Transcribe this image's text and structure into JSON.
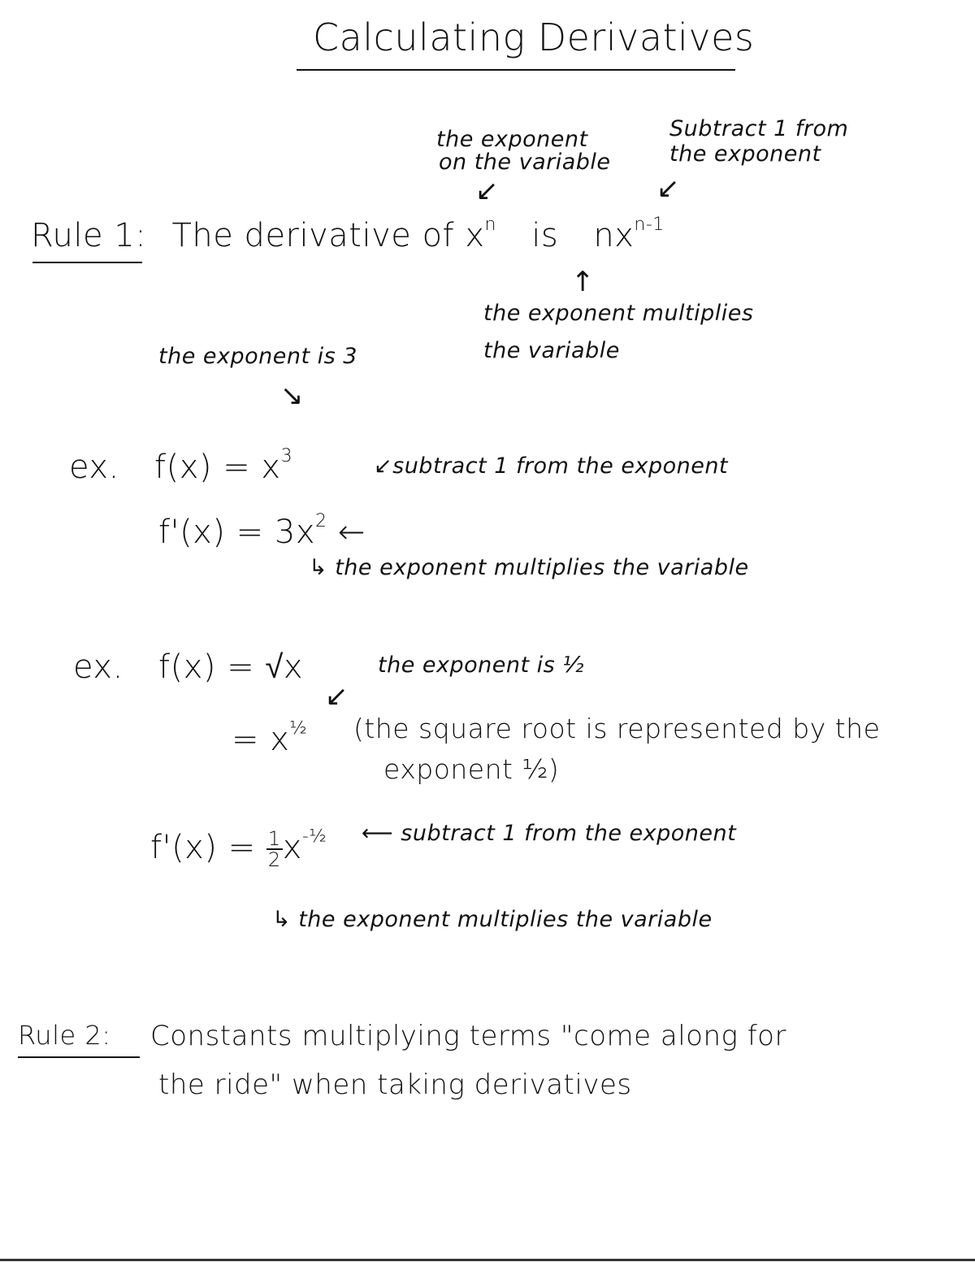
{
  "title": "Calculating Derivatives",
  "rule1": {
    "label": "Rule 1:",
    "text": "The derivative of",
    "base": "x",
    "exp": "n",
    "is": "is",
    "result_coef": "nx",
    "result_exp": "n-1",
    "note_exponent": [
      "the exponent",
      "on the variable"
    ],
    "note_subtract": [
      "Subtract 1 from",
      "the exponent"
    ],
    "note_multiplies": [
      "the exponent multiplies",
      "the variable"
    ]
  },
  "example1": {
    "prefix": "ex.",
    "note_top": "the exponent is 3",
    "f": "f(x) = x",
    "f_exp": "3",
    "fp": "f'(x) = 3x",
    "fp_exp": "2",
    "note_subtract": "subtract 1 from the exponent",
    "note_multiplies": "the exponent multiplies the variable"
  },
  "example2": {
    "prefix": "ex.",
    "f": "f(x) = √x",
    "note_half": "the exponent is ½",
    "eq": "= x",
    "eq_exp": "½",
    "note_root": [
      "(the square root is represented by the",
      "exponent ½)"
    ],
    "fp": "f'(x) =",
    "fp_num": "1",
    "fp_den": "2",
    "fp_x": "x",
    "fp_exp": "-½",
    "note_subtract": "subtract 1 from the exponent",
    "note_multiplies": "the exponent multiplies the variable"
  },
  "rule2": {
    "label": "Rule 2:",
    "text": [
      "Constants multiplying terms \"come along for",
      "the ride\" when taking derivatives"
    ]
  }
}
